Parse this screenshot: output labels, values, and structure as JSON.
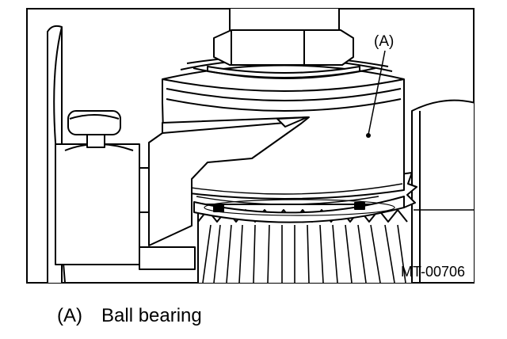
{
  "diagram": {
    "callout_label": "(A)",
    "figure_code": "MT-00706"
  },
  "legend": [
    {
      "key": "(A)",
      "text": "Ball bearing"
    }
  ]
}
